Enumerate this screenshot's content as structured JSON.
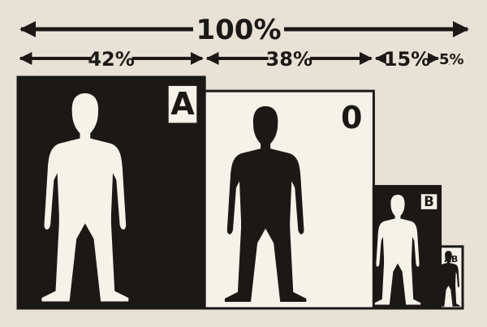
{
  "chart_data": {
    "type": "bar",
    "total_label": "100%",
    "categories": [
      "A",
      "0",
      "B",
      "AB"
    ],
    "values": [
      42,
      38,
      15,
      5
    ],
    "percent_labels": [
      "42%",
      "38%",
      "15%",
      "5%"
    ],
    "styles": [
      "dark",
      "light",
      "dark",
      "light"
    ]
  },
  "colors": {
    "ink": "#1b1916",
    "paper": "#e8e2d6",
    "box_light": "#f5f2ea"
  }
}
